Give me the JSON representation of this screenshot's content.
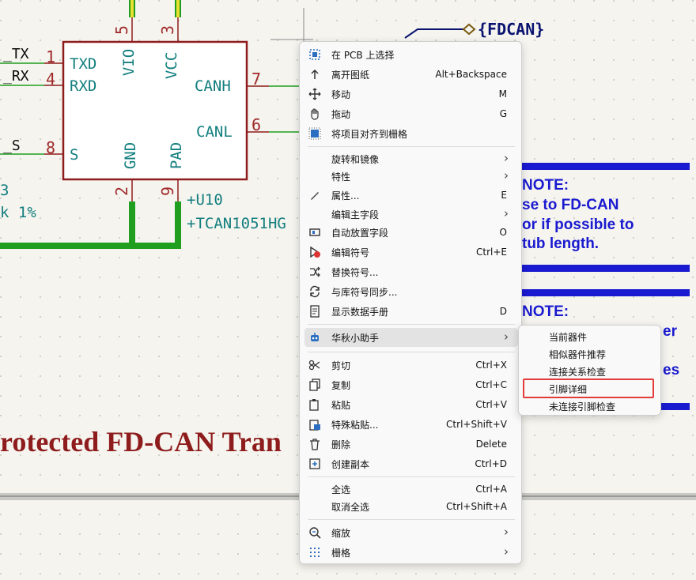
{
  "schematic": {
    "global_label": "{FDCAN}",
    "left_nets": [
      "_TX",
      "_RX",
      "_S",
      "3",
      "k 1%"
    ],
    "pins_left": [
      {
        "num": "1",
        "name": "TXD"
      },
      {
        "num": "4",
        "name": "RXD"
      },
      {
        "num": "8",
        "name": "S"
      }
    ],
    "pins_top": [
      {
        "num": "5",
        "name": "VIO"
      },
      {
        "num": "3",
        "name": "VCC"
      }
    ],
    "pins_right": [
      {
        "num": "7",
        "name": "CANH"
      },
      {
        "num": "6",
        "name": "CANL"
      }
    ],
    "pins_bottom": [
      {
        "num": "2",
        "name": "GND"
      },
      {
        "num": "9",
        "name": "PAD"
      }
    ],
    "ref": "U10",
    "value": "TCAN1051HG",
    "note1": [
      "NOTE:",
      "se to FD-CAN",
      "or if possible to",
      "tub length."
    ],
    "note2": [
      "NOTE:",
      "er",
      "es"
    ],
    "title": "rotected FD-CAN Tran"
  },
  "menu": {
    "items": [
      {
        "icon": "select-on-pcb-icon",
        "label": "在 PCB 上选择",
        "shortcut": ""
      },
      {
        "icon": "leave-sheet-icon",
        "label": "离开图纸",
        "shortcut": "Alt+Backspace"
      },
      {
        "icon": "move-icon",
        "label": "移动",
        "shortcut": "M"
      },
      {
        "icon": "drag-icon",
        "label": "拖动",
        "shortcut": "G"
      },
      {
        "icon": "align-grid-icon",
        "label": "将项目对齐到栅格",
        "shortcut": ""
      },
      {
        "icon": "",
        "label": "旋转和镜像",
        "shortcut": "",
        "submenu": true
      },
      {
        "icon": "",
        "label": "特性",
        "shortcut": "",
        "submenu": true
      },
      {
        "icon": "edit-pencil-icon",
        "label": "属性...",
        "shortcut": "E"
      },
      {
        "icon": "",
        "label": "编辑主字段",
        "shortcut": "",
        "submenu": true
      },
      {
        "icon": "autoplace-fields-icon",
        "label": "自动放置字段",
        "shortcut": "O"
      },
      {
        "icon": "edit-symbol-icon",
        "label": "编辑符号",
        "shortcut": "Ctrl+E"
      },
      {
        "icon": "swap-symbol-icon",
        "label": "替换符号...",
        "shortcut": ""
      },
      {
        "icon": "sync-library-icon",
        "label": "与库符号同步...",
        "shortcut": ""
      },
      {
        "icon": "datasheet-icon",
        "label": "显示数据手册",
        "shortcut": "D"
      },
      {
        "icon": "assistant-robot-icon",
        "label": "华秋小助手",
        "shortcut": "",
        "submenu": true
      },
      {
        "icon": "cut-icon",
        "label": "剪切",
        "shortcut": "Ctrl+X"
      },
      {
        "icon": "copy-icon",
        "label": "复制",
        "shortcut": "Ctrl+C"
      },
      {
        "icon": "paste-icon",
        "label": "粘贴",
        "shortcut": "Ctrl+V"
      },
      {
        "icon": "paste-special-icon",
        "label": "特殊粘贴...",
        "shortcut": "Ctrl+Shift+V"
      },
      {
        "icon": "delete-icon",
        "label": "删除",
        "shortcut": "Delete"
      },
      {
        "icon": "duplicate-icon",
        "label": "创建副本",
        "shortcut": "Ctrl+D"
      },
      {
        "icon": "",
        "label": "全选",
        "shortcut": "Ctrl+A"
      },
      {
        "icon": "",
        "label": "取消全选",
        "shortcut": "Ctrl+Shift+A"
      },
      {
        "icon": "zoom-icon",
        "label": "缩放",
        "shortcut": "",
        "submenu": true
      },
      {
        "icon": "grid-icon",
        "label": "栅格",
        "shortcut": "",
        "submenu": true
      }
    ],
    "submenu_arrow": "›"
  },
  "submenu": {
    "items": [
      "当前器件",
      "相似器件推荐",
      "连接关系检查",
      "引脚详细",
      "未连接引脚检查"
    ],
    "selected": "引脚详细"
  },
  "colors": {
    "wire": "#1f9e1f",
    "symbol_body": "#8e1c1c",
    "note": "#1a1ad0",
    "highlight_box": "#e53a3a"
  }
}
